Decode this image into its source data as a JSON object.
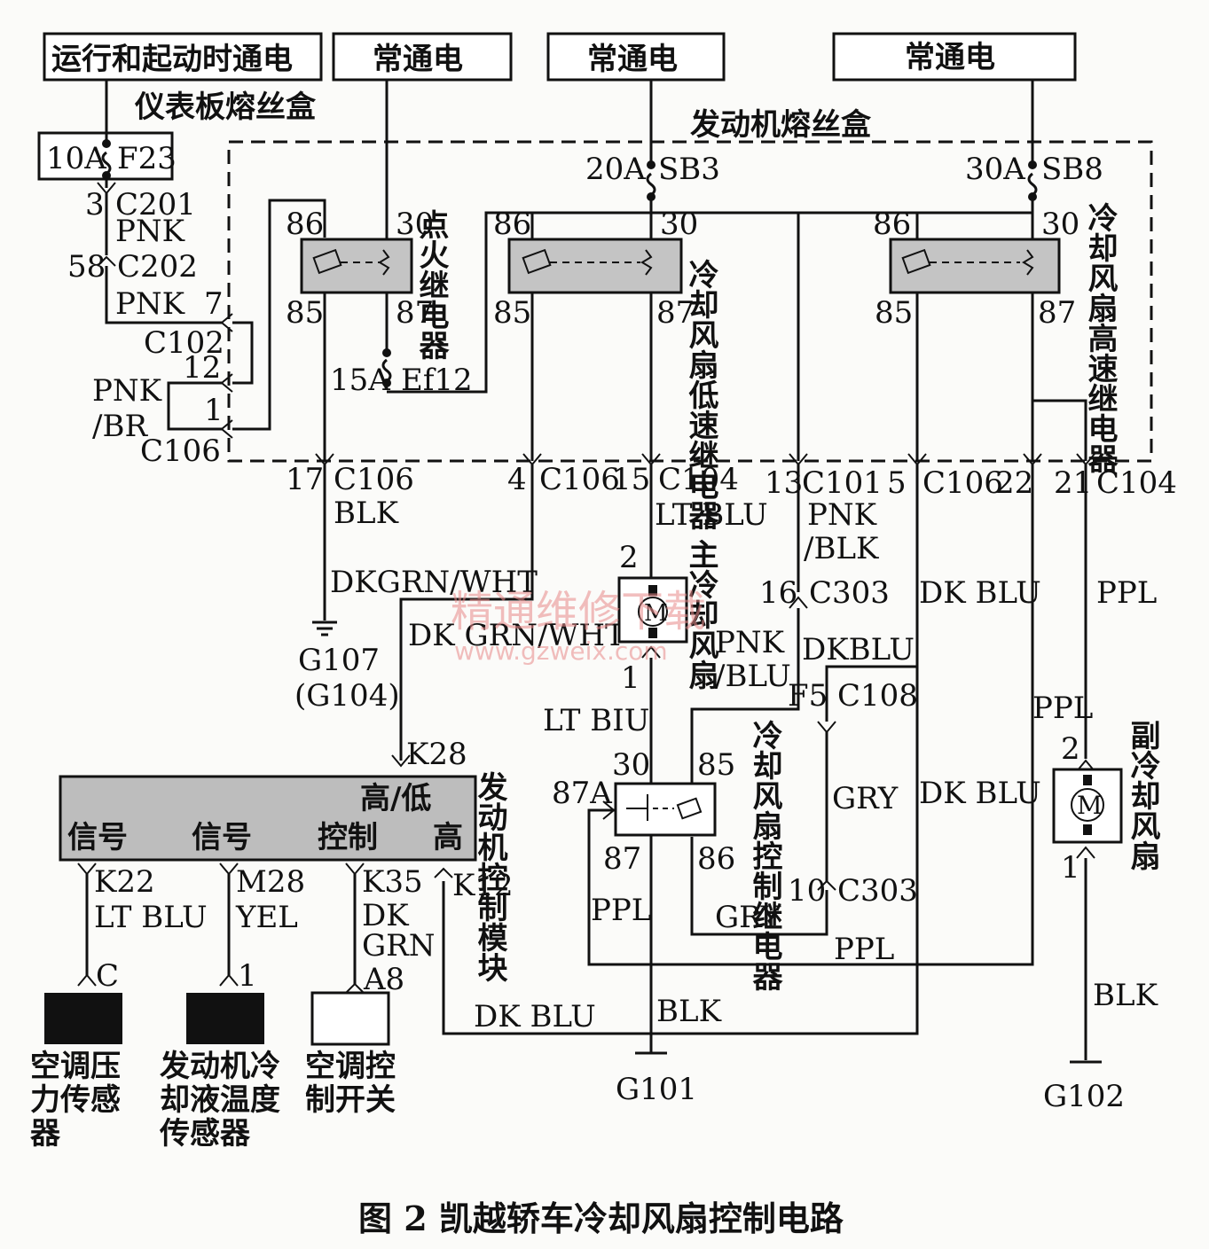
{
  "power": {
    "run_crank": "运行和起动时通电",
    "batt1": "常通电",
    "batt2": "常通电",
    "batt3": "常通电"
  },
  "fuse_boxes": {
    "ip": "仪表板熔丝盒",
    "engine": "发动机熔丝盒"
  },
  "fuses": {
    "f23_amp": "10A",
    "f23": "F23",
    "sb3_amp": "20A",
    "sb3": "SB3",
    "sb8_amp": "30A",
    "sb8": "SB8",
    "ef12_amp": "15A",
    "ef12": "Ef12"
  },
  "relays": {
    "ignition": "点火继电器",
    "low_speed": "冷却风扇低速继电器",
    "high_speed": "冷却风扇高速继电器",
    "control": "冷却风扇控制继电器",
    "pins": {
      "p86": "86",
      "p30": "30",
      "p85": "85",
      "p87": "87",
      "p87a": "87A"
    }
  },
  "connectors": {
    "c201_pin": "3",
    "c201": "C201",
    "c202_pin": "58",
    "c202": "C202",
    "c102_pin": "7",
    "c102": "C102",
    "c106_pin12": "12",
    "c106_pin1": "1",
    "c106": "C106",
    "c106_17": "17",
    "c106_17_name": "C106",
    "c106_4": "4",
    "c106_4_name": "C106",
    "c104_15": "15",
    "c104_15_name": "C104",
    "c101_13": "13",
    "c101": "C101",
    "c106_5": "5",
    "c106_5_name": "C106",
    "c22": "22",
    "c104_21": "21",
    "c104_21_name": "C104",
    "c303_16": "16",
    "c303_16_name": "C303",
    "c108_f5": "F5",
    "c108": "C108",
    "c303_10": "10",
    "c303_10_name": "C303",
    "k28": "K28",
    "k22": "K22",
    "m28": "M28",
    "k35": "K35",
    "k12": "K12",
    "sensor_c": "C",
    "sensor_1": "1",
    "sw_a8": "A8",
    "main_fan_2": "2",
    "main_fan_1": "1",
    "sub_fan_2": "2",
    "sub_fan_1": "1",
    "ctrl_30": "30",
    "ctrl_85": "85",
    "ctrl_87": "87",
    "ctrl_86": "86"
  },
  "wires": {
    "pnk1": "PNK",
    "pnk2": "PNK",
    "pnk_br": "PNK",
    "pnk_br2": "/BR",
    "blk_g107": "BLK",
    "dkgrn_wht1": "DKGRN/WHT",
    "dkgrn_wht2": "DK GRN/WHT",
    "lt_blu_main": "LT BLU",
    "pnk_blk1": "PNK",
    "pnk_blk2": "/BLK",
    "pnk_blu1": "PNK",
    "pnk_blu2": "/BLU",
    "dk_blu_a": "DK BLU",
    "dk_blu_b": "DK BLU",
    "dkblu_c": "DKBLU",
    "ppl_a": "PPL",
    "ppl_b": "PPL",
    "ppl_c": "PPL",
    "ppl_d": "PPL",
    "lt_biu": "LT BIU",
    "gry_a": "GRY",
    "gry_b": "GRY",
    "lt_blu_k22": "LT BLU",
    "yel_m28": "YEL",
    "dk_grn_1": "DK",
    "dk_grn_2": "GRN",
    "dk_blu_bottom": "DK BLU",
    "blk_g101": "BLK",
    "blk_g102": "BLK"
  },
  "grounds": {
    "g107": "G107",
    "g104": "(G104)",
    "g101": "G101",
    "g102": "G102"
  },
  "components": {
    "main_fan": "主冷却风扇",
    "sub_fan": "副冷却风扇",
    "ecm_name": "发动机控制模块",
    "ecm_hi_lo": "高/低",
    "ecm_sig1": "信号",
    "ecm_sig2": "信号",
    "ecm_ctrl": "控制",
    "ecm_hi": "高",
    "ac_pressure": "空调压力传感器",
    "coolant_temp": "发动机冷却液温度传感器",
    "ac_switch": "空调控制开关",
    "motor_symbol": "M"
  },
  "watermark": {
    "main": "精通维修下载",
    "url": "www.gzweix.com"
  },
  "caption": "图 2  凯越轿车冷却风扇控制电路"
}
